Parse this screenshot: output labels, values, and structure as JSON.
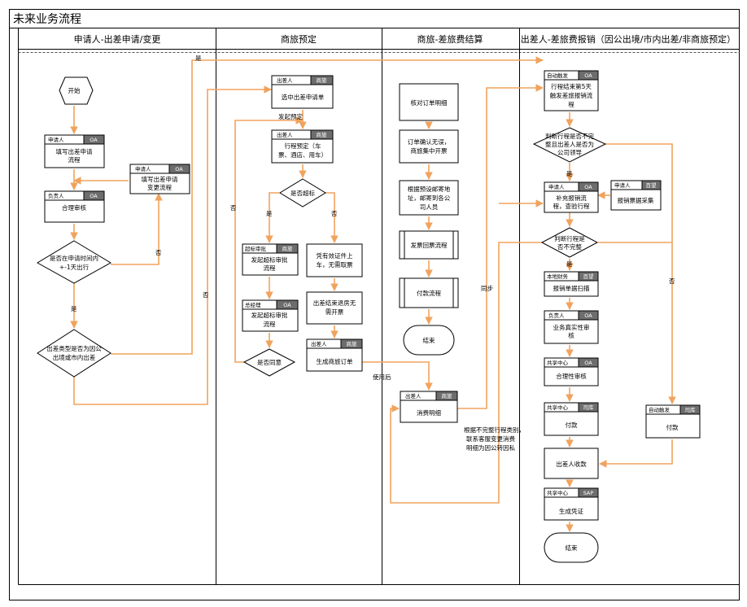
{
  "title": "未来业务流程",
  "lanes": [
    "申请人-出差申请/变更",
    "商旅预定",
    "商旅-差旅费结算",
    "出差人-差旅费报销（因公出境/市内出差/非商旅预定）"
  ],
  "nodes": {
    "start": "开始",
    "apply_role": "申请人",
    "apply_sys": "OA",
    "apply_l1": "填写出差申请",
    "apply_l2": "流程",
    "change_role": "申请人",
    "change_sys": "OA",
    "change_l1": "填写出差申请",
    "change_l2": "变更流程",
    "review_role": "负责人",
    "review_sys": "OA",
    "review_l1": "合理审核",
    "dec1_l1": "是否在申请时间内",
    "dec1_l2": "+-1天出行",
    "dec2_l1": "出差类型是否为因公",
    "dec2_l2": "出境或市内出差",
    "sel_role": "出差人",
    "sel_sys": "商旅",
    "sel_l1": "选中出差申请单",
    "book_role": "出差人",
    "book_sys": "商旅",
    "book_l1": "行程预定（车",
    "book_l2": "票、酒店、用车）",
    "dec3_l1": "是否超标",
    "over_role": "超标审批",
    "over_sys": "商旅",
    "over_l1": "发起超标审批",
    "over_l2": "流程",
    "gm_role": "总经理",
    "gm_sys": "OA",
    "gm_l1": "发起超标审批",
    "gm_l2": "流程",
    "dec4_l1": "是否同意",
    "cert_l1": "凭有效证件上",
    "cert_l2": "车，无需取票",
    "inv_l1": "出差结束退房无",
    "inv_l2": "需开票",
    "gen_role": "出差人",
    "gen_sys": "商旅",
    "gen_l1": "生成商旅订单",
    "chk_l1": "核对订单明细",
    "conf_l1": "订单确认无误，",
    "conf_l2": "商旅集中开票",
    "mail_l1": "根据预设邮寄地",
    "mail_l2": "址，邮寄到各公",
    "mail_l3": "司人员",
    "invp_l1": "发票回票流程",
    "pay_l1": "付款流程",
    "end1": "结束",
    "cons_role": "出差人",
    "cons_sys": "商旅",
    "cons_l1": "消费明细",
    "auto_role": "自动触发",
    "auto_sys": "OA",
    "auto_l1": "行程结束第5天",
    "auto_l2": "触发差旅报销流",
    "auto_l3": "程",
    "dec5_l1": "判断行程是否不完",
    "dec5_l2": "整且出差人是否为",
    "dec5_l3": "公司领导",
    "supp_role": "申请人",
    "supp_sys": "OA",
    "supp_l1": "补充报销流",
    "supp_l2": "程，查验行程",
    "scan_role": "申请人",
    "scan_sys": "百望",
    "scan_l1": "报销票据采集",
    "dec6_l1": "判断行程是",
    "dec6_l2": "否不完整",
    "local_role": "本地财务",
    "local_sys": "百望",
    "local_l1": "报销单据扫描",
    "auth_role": "负责人",
    "auth_sys": "OA",
    "auth_l1": "业务真实性审",
    "auth_l2": "核",
    "reas_role": "共享中心",
    "reas_sys": "OA",
    "reas_l1": "合理性审核",
    "payA_role": "共享中心",
    "payA_sys": "司库",
    "payA_l1": "付款",
    "payB_role": "自动触发",
    "payB_sys": "司库",
    "payB_l1": "付款",
    "recv_l1": "出差人收款",
    "vouch_role": "共享中心",
    "vouch_sys": "SAP",
    "vouch_l1": "生成凭证",
    "end2": "结束"
  },
  "labels": {
    "yes": "是",
    "no": "否",
    "start_booking": "发起预定",
    "after_use": "使用后",
    "sync": "同步",
    "note_l1": "根据不完整行程类别，",
    "note_l2": "联系客服变更消费",
    "note_l3": "明细为因公转因私"
  },
  "colors": {
    "arrow": "#F0A35E",
    "border": "#000000",
    "header_fill": "#ffffff",
    "sys_fill": "#6d6d6d",
    "grid": "#888888"
  }
}
